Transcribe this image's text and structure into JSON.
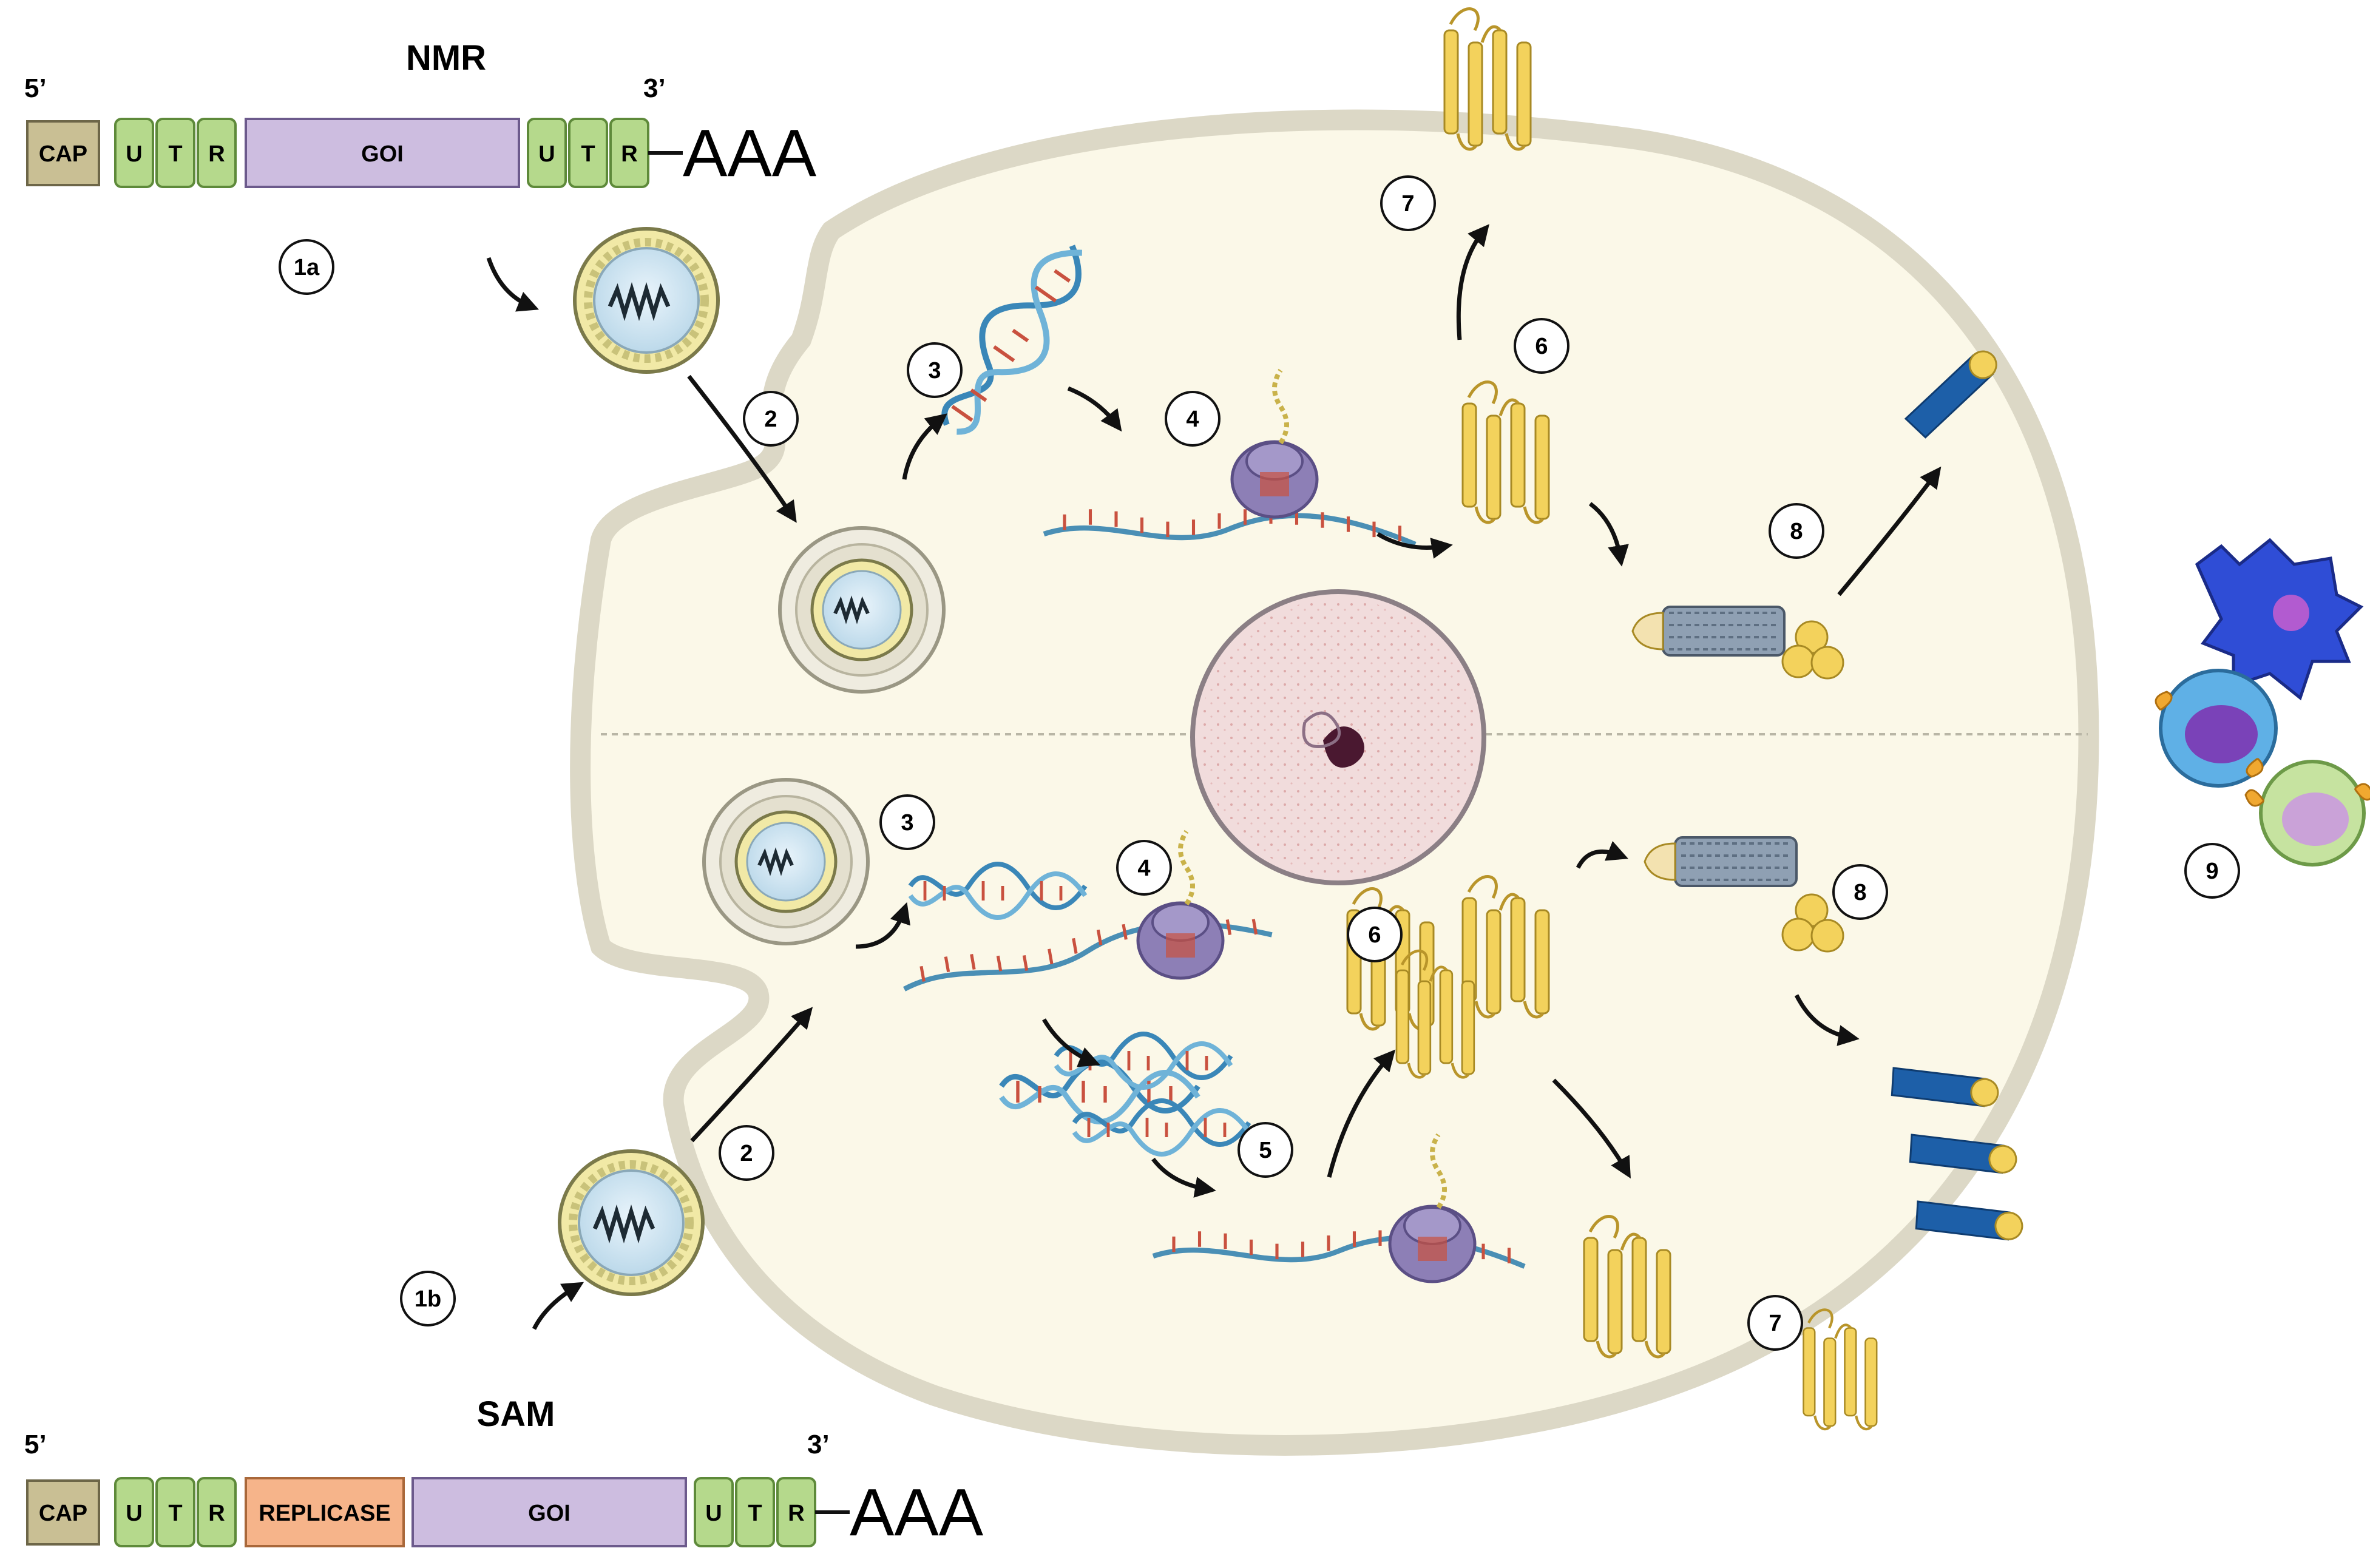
{
  "constructs": {
    "nmr": {
      "title": "NMR",
      "five_prime": "5’",
      "three_prime": "3’",
      "cap": "CAP",
      "utr5": [
        "U",
        "T",
        "R"
      ],
      "goi": "GOI",
      "utr3": [
        "U",
        "T",
        "R"
      ],
      "polya": "AAA"
    },
    "sam": {
      "title": "SAM",
      "five_prime": "5’",
      "three_prime": "3’",
      "cap": "CAP",
      "utr5": [
        "U",
        "T",
        "R"
      ],
      "replicase": "REPLICASE",
      "goi": "GOI",
      "utr3": [
        "U",
        "T",
        "R"
      ],
      "polya": "AAA"
    }
  },
  "steps": {
    "s1a": "1a",
    "s1b": "1b",
    "s2_top": "2",
    "s2_bottom": "2",
    "s3_top": "3",
    "s3_bottom": "3",
    "s4_top": "4",
    "s4_bottom": "4",
    "s5": "5",
    "s6_top": "6",
    "s6_bottom": "6",
    "s7_top": "7",
    "s7_bottom": "7",
    "s8_top": "8",
    "s8_bottom": "8",
    "s9": "9"
  },
  "colors": {
    "cap": "#c9bf94",
    "utr": "#b5d98c",
    "goi": "#cdbde0",
    "replicase": "#f6b48a",
    "cell_fill": "#fbf8e8",
    "cell_border": "#dcd8c6",
    "protein": "#f3d25c",
    "receptor": "#1d5fa8",
    "ribosome": "#7f6fa8",
    "nucleus": "#f1dcdc"
  }
}
